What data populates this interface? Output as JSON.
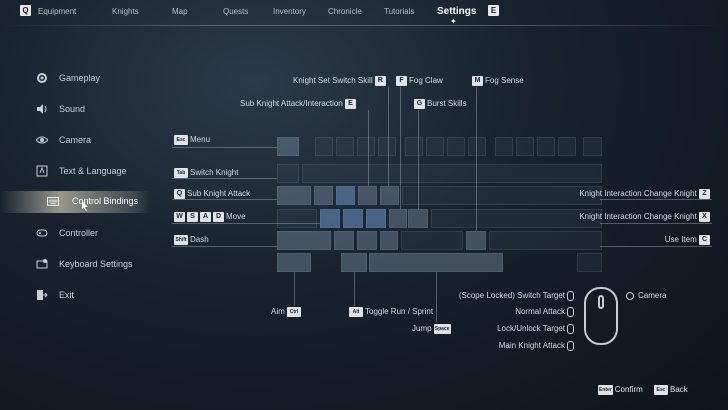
{
  "nav": {
    "left_key": "Q",
    "right_key": "E",
    "tabs": [
      {
        "label": "Equipment"
      },
      {
        "label": "Knights"
      },
      {
        "label": "Map"
      },
      {
        "label": "Quests"
      },
      {
        "label": "Inventory"
      },
      {
        "label": "Chronicle"
      },
      {
        "label": "Tutorials"
      },
      {
        "label": "Settings",
        "active": true
      }
    ]
  },
  "sidebar": {
    "items": [
      {
        "label": "Gameplay",
        "icon": "gear-icon"
      },
      {
        "label": "Sound",
        "icon": "speaker-icon"
      },
      {
        "label": "Camera",
        "icon": "eye-icon"
      },
      {
        "label": "Text & Language",
        "icon": "text-icon"
      },
      {
        "label": "Control Bindings",
        "icon": "keyboard-icon",
        "active": true
      },
      {
        "label": "Controller",
        "icon": "gamepad-icon"
      },
      {
        "label": "Keyboard Settings",
        "icon": "keyboard-settings-icon"
      },
      {
        "label": "Exit",
        "icon": "exit-icon"
      }
    ]
  },
  "bindings": {
    "top": {
      "knight_set_switch_skill": {
        "label": "Knight Set Switch Skill",
        "key": "R"
      },
      "fog_claw": {
        "label": "Fog Claw",
        "key": "F"
      },
      "fog_sense": {
        "label": "Fog Sense",
        "key": "M"
      },
      "sub_knight_attack_interaction": {
        "label": "Sub Knight Attack/Interaction",
        "key": "E"
      },
      "burst_skills": {
        "label": "Burst Skills",
        "key": "G"
      }
    },
    "left": {
      "menu": {
        "label": "Menu",
        "key": "Esc"
      },
      "switch_knight": {
        "label": "Switch Knight",
        "key": "Tab"
      },
      "sub_knight_attack": {
        "label": "Sub Knight Attack",
        "key": "Q"
      },
      "move": {
        "label": "Move",
        "keys": [
          "W",
          "S",
          "A",
          "D"
        ]
      },
      "dash": {
        "label": "Dash",
        "key": "Shift"
      }
    },
    "right": {
      "interaction_change_z": {
        "label": "Knight Interaction Change Knight",
        "key": "Z"
      },
      "interaction_change_x": {
        "label": "Knight Interaction Change Knight",
        "key": "X"
      },
      "use_item": {
        "label": "Use Item",
        "key": "C"
      }
    },
    "bottom": {
      "aim": {
        "label": "Aim",
        "key": "Ctrl"
      },
      "toggle_run": {
        "label": "Toggle Run / Sprint",
        "key": "Alt"
      },
      "jump": {
        "label": "Jump",
        "key": "Space"
      }
    },
    "mouse": {
      "switch_target": {
        "label": "(Scope Locked) Switch Target"
      },
      "normal_attack": {
        "label": "Normal Attack"
      },
      "lock_unlock_target": {
        "label": "Lock/Unlock Target"
      },
      "main_knight_attack": {
        "label": "Main Knight Attack"
      },
      "camera": {
        "label": "Camera"
      }
    }
  },
  "footer": {
    "confirm": {
      "label": "Confirm",
      "key": "Enter"
    },
    "back": {
      "label": "Back",
      "key": "Esc"
    }
  }
}
